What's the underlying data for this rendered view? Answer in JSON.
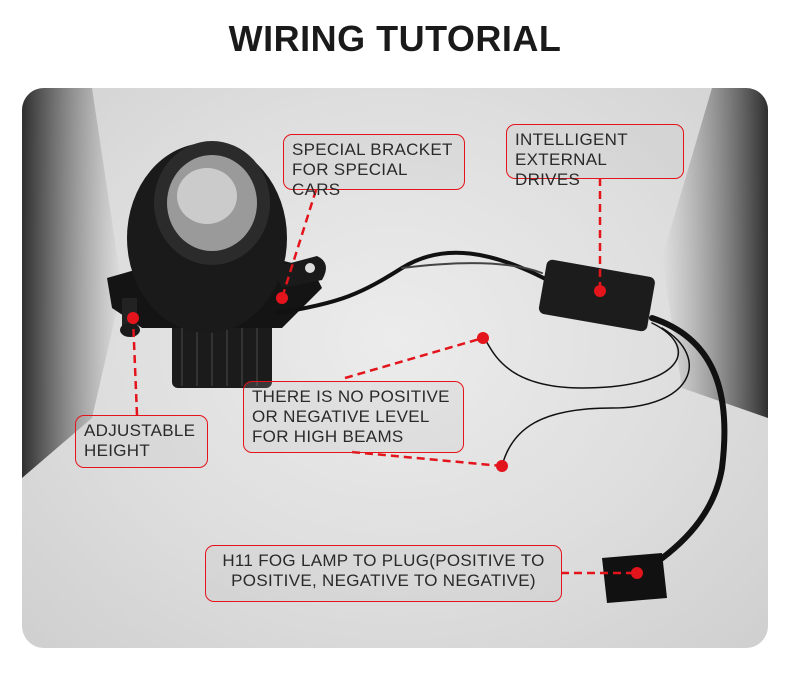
{
  "title": "WIRING TUTORIAL",
  "callouts": {
    "bracket": [
      "SPECIAL BRACKET",
      "FOR SPECIAL CARS"
    ],
    "drives": [
      "INTELLIGENT",
      "EXTERNAL DRIVES"
    ],
    "height": [
      "ADJUSTABLE",
      "HEIGHT"
    ],
    "polarity": [
      "THERE IS NO POSITIVE",
      "OR NEGATIVE LEVEL",
      "FOR HIGH BEAMS"
    ],
    "plug": [
      "H11 FOG LAMP TO PLUG(POSITIVE TO",
      "POSITIVE, NEGATIVE TO NEGATIVE)"
    ]
  },
  "colors": {
    "accent": "#e3141b",
    "text": "#2a2a2a"
  }
}
